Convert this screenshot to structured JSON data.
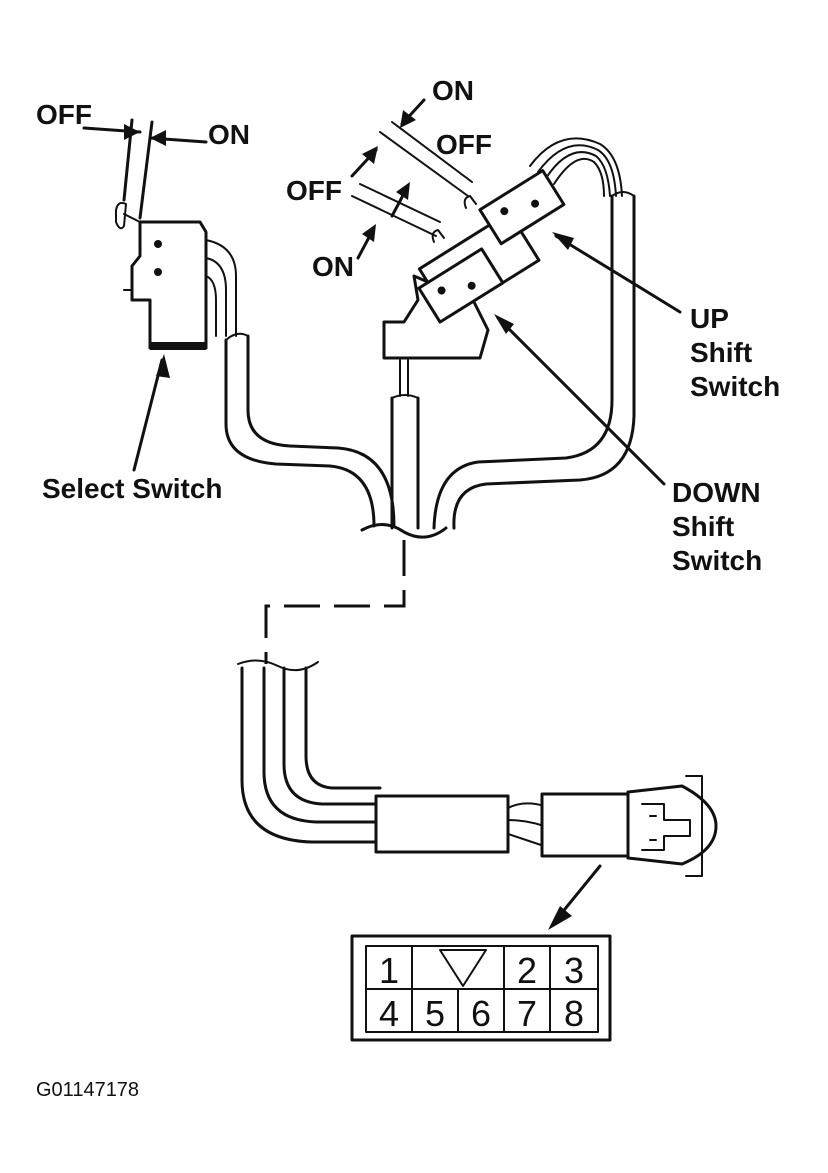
{
  "labels": {
    "select_switch": "Select Switch",
    "up_shift_switch": [
      "UP",
      "Shift",
      "Switch"
    ],
    "down_shift_switch": [
      "DOWN",
      "Shift",
      "Switch"
    ],
    "select_off": "OFF",
    "select_on": "ON",
    "up_on": "ON",
    "up_off": "OFF",
    "down_off": "OFF",
    "down_on": "ON"
  },
  "connector_pins": {
    "top_row": [
      "1",
      "",
      "2",
      "3"
    ],
    "bottom_row": [
      "4",
      "5",
      "6",
      "7",
      "8"
    ]
  },
  "figure_id": "G01147178"
}
